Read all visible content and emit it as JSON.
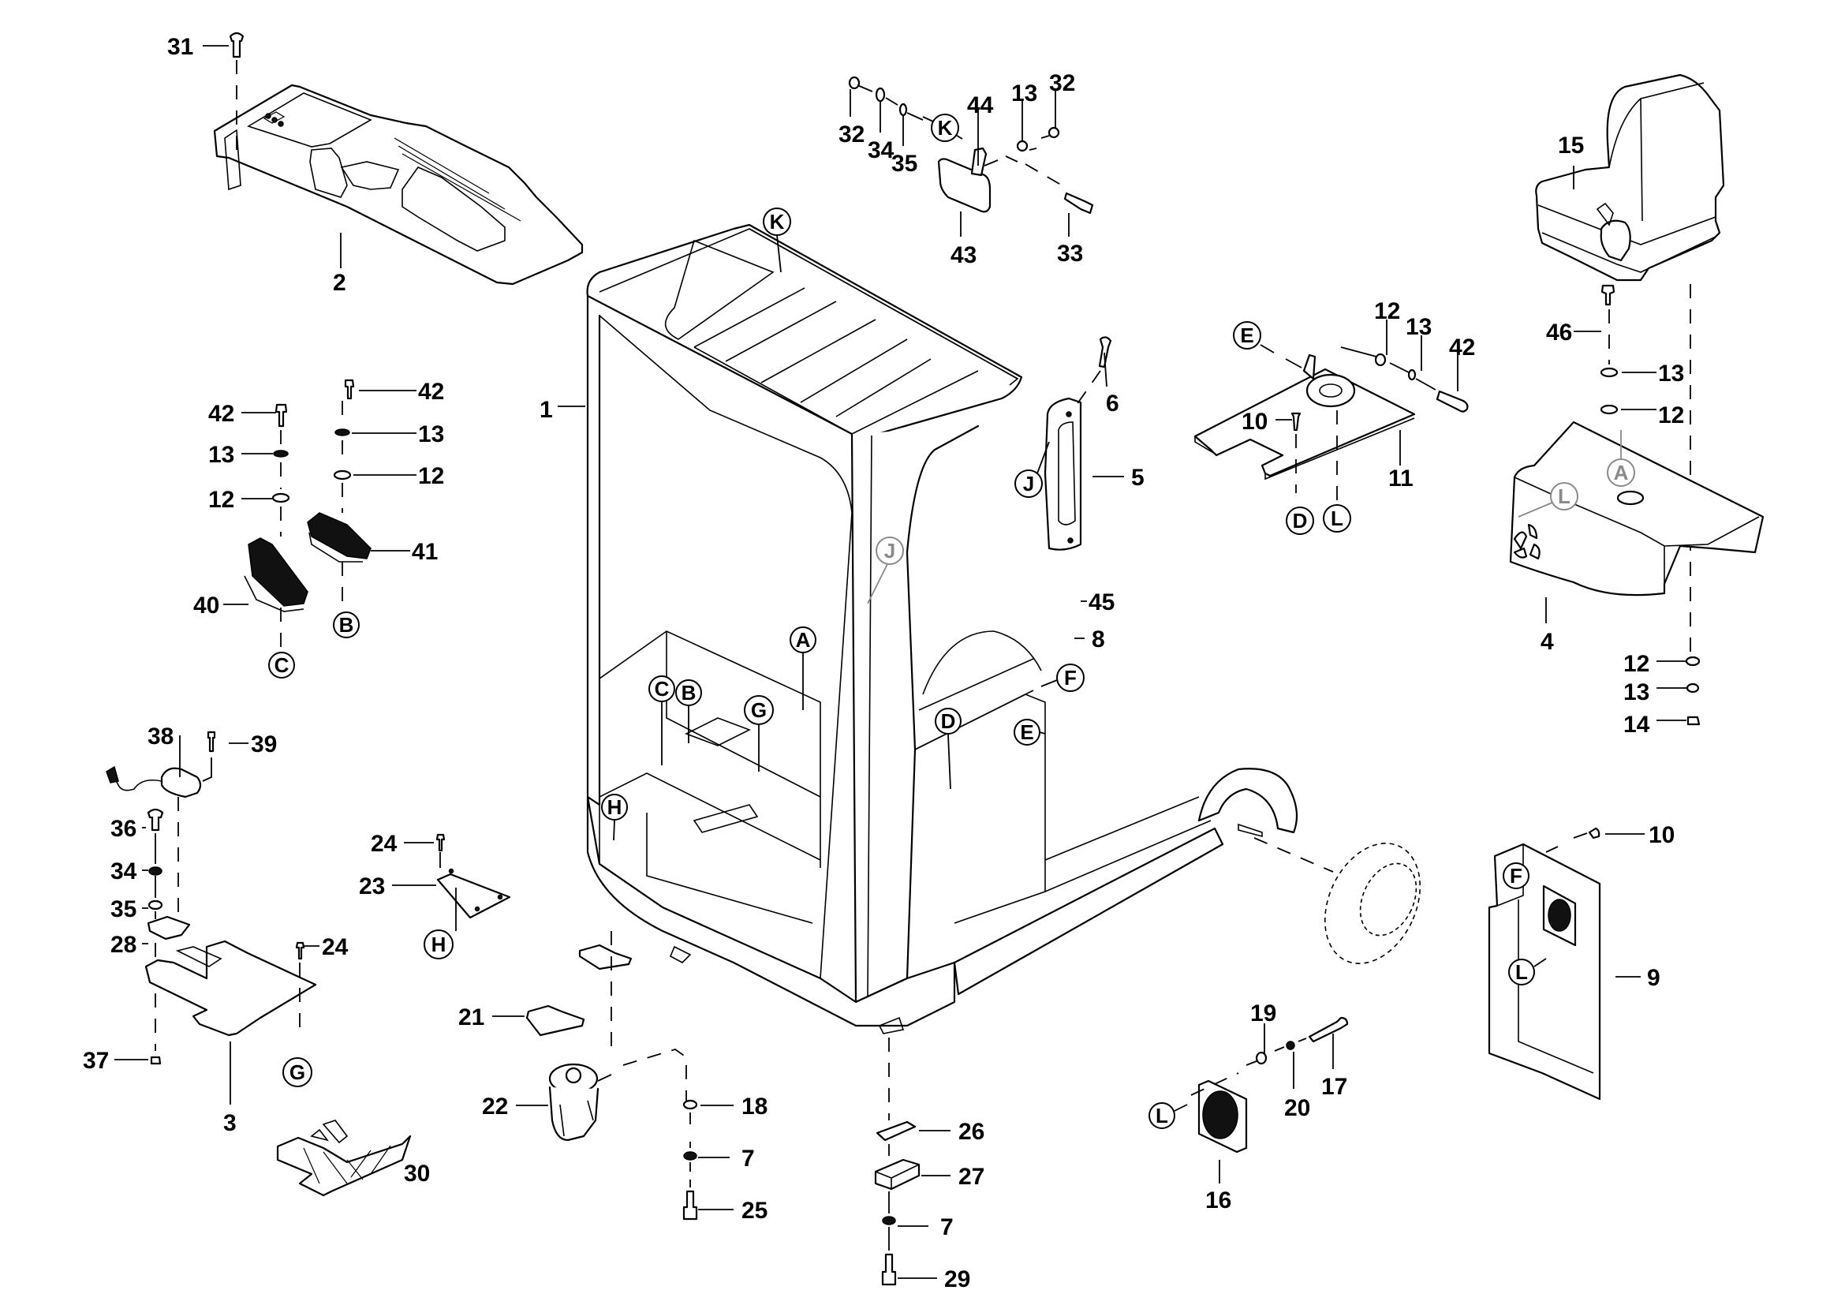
{
  "title": "Exploded parts diagram - chassis, seat, floor plates and covers",
  "colors": {
    "line": "#000000",
    "background": "#ffffff",
    "reference_grey": "#8a8a8a"
  },
  "part_numbers": {
    "p1": "1",
    "p2": "2",
    "p3": "3",
    "p4": "4",
    "p5": "5",
    "p6": "6",
    "p7a": "7",
    "p7b": "7",
    "p8": "8",
    "p9": "9",
    "p10a": "10",
    "p10b": "10",
    "p11": "11",
    "p12a": "12",
    "p12b": "12",
    "p12c": "12",
    "p12d": "12",
    "p12e": "12",
    "p13a": "13",
    "p13b": "13",
    "p13c": "13",
    "p13d": "13",
    "p13e": "13",
    "p13f": "13",
    "p14": "14",
    "p15": "15",
    "p16": "16",
    "p17": "17",
    "p18": "18",
    "p19": "19",
    "p20": "20",
    "p21": "21",
    "p22": "22",
    "p23": "23",
    "p24a": "24",
    "p24b": "24",
    "p25": "25",
    "p26": "26",
    "p27": "27",
    "p28": "28",
    "p29": "29",
    "p30": "30",
    "p31": "31",
    "p32a": "32",
    "p32b": "32",
    "p33": "33",
    "p34a": "34",
    "p34b": "34",
    "p35a": "35",
    "p35b": "35",
    "p36": "36",
    "p37": "37",
    "p38": "38",
    "p39": "39",
    "p40": "40",
    "p41": "41",
    "p42a": "42",
    "p42b": "42",
    "p42c": "42",
    "p43": "43",
    "p44": "44",
    "p45": "45",
    "p46": "46"
  },
  "reference_markers": {
    "A_frame": "A",
    "A_cover": "A",
    "B_pedal": "B",
    "B_frame": "B",
    "C_pedal": "C",
    "C_frame": "C",
    "D_plate": "D",
    "D_frame": "D",
    "E_plate": "E",
    "E_frame": "E",
    "F_frame": "F",
    "F_panel": "F",
    "G_floor": "G",
    "G_frame": "G",
    "H_plate": "H",
    "H_frame": "H",
    "J_handle": "J",
    "J_frame": "J",
    "K_mirror": "K",
    "K_frame": "K",
    "L_plate": "L",
    "L_cover": "L",
    "L_fan": "L",
    "L_panel": "L"
  }
}
